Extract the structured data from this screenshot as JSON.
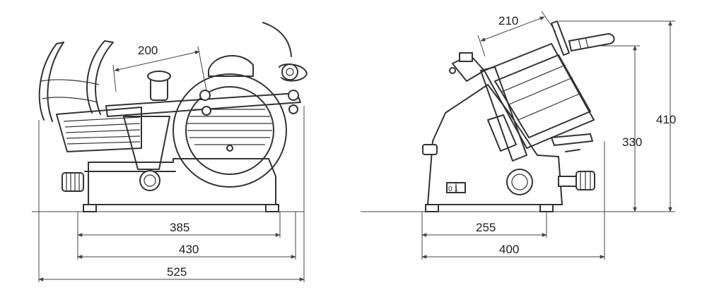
{
  "front_view": {
    "dims": {
      "blade_width": "200",
      "base_385": "385",
      "base_430": "430",
      "overall_width": "525"
    }
  },
  "side_view": {
    "dims": {
      "top_210": "210",
      "height_330": "330",
      "height_410": "410",
      "base_255": "255",
      "base_400": "400"
    },
    "switch_label": "0 1"
  }
}
